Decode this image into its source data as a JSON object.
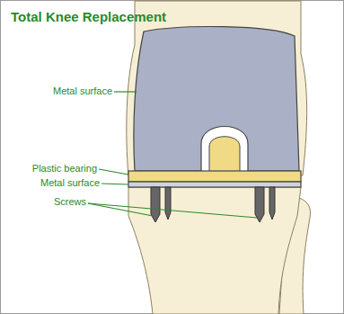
{
  "diagram": {
    "title": "Total Knee Replacement",
    "labels": [
      "Metal surface",
      "Plastic bearing",
      "Metal surface",
      "Screws"
    ]
  }
}
